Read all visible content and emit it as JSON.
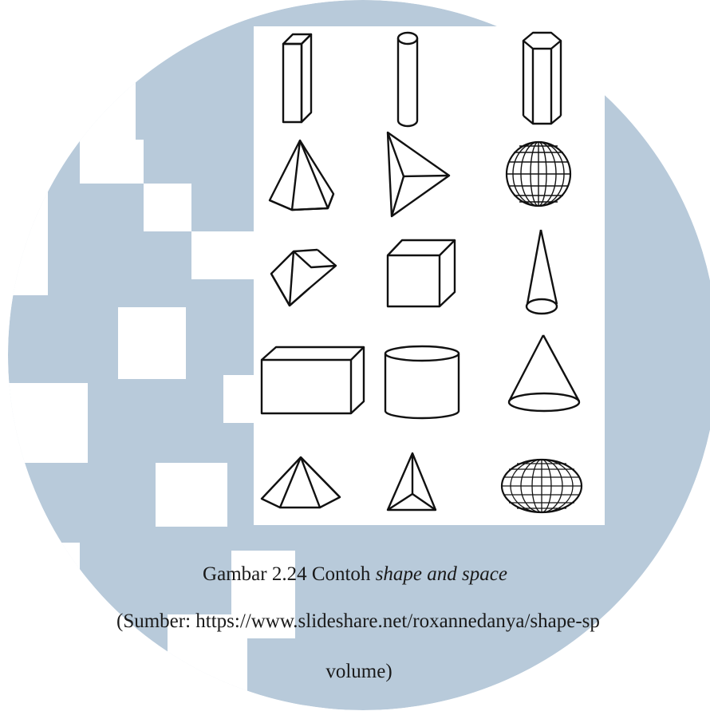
{
  "watermark": {
    "color": "#b7c9d9",
    "name": "university-logo-watermark"
  },
  "figure": {
    "rows": [
      [
        "rectangular-prism",
        "cylinder",
        "hexagonal-prism"
      ],
      [
        "pentagonal-pyramid",
        "triangular-pyramid-top-view",
        "sphere"
      ],
      [
        "triangular-prism",
        "cube",
        "cone"
      ],
      [
        "rectangular-box",
        "wide-cylinder",
        "wide-cone"
      ],
      [
        "hexagonal-pyramid",
        "tetrahedron",
        "ellipsoid"
      ]
    ]
  },
  "caption": {
    "prefix": "Gambar 2.24 Contoh ",
    "italic": "shape and space",
    "source_line": "(Sumber: https://www.slideshare.net/roxannedanya/shape-sp",
    "source_line2": "volume)"
  }
}
